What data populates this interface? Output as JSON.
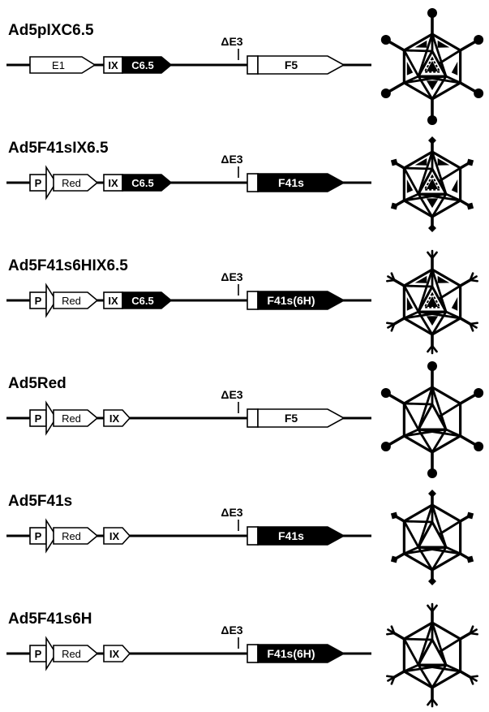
{
  "colors": {
    "ink": "#000000",
    "paper": "#ffffff"
  },
  "constructs": [
    {
      "name": "Ad5pIXC6.5",
      "promoter": "",
      "gene": "E1",
      "ix": "IX",
      "ix_fusion": "C6.5",
      "deletion": "ΔE3",
      "fiber": "F5",
      "fiber_style": "open",
      "capsid": {
        "inner_pattern": true,
        "knob": "round",
        "fiber_length": "long"
      }
    },
    {
      "name": "Ad5F41sIX6.5",
      "promoter": "P",
      "gene": "Red",
      "ix": "IX",
      "ix_fusion": "C6.5",
      "deletion": "ΔE3",
      "fiber": "F41s",
      "fiber_style": "filled",
      "capsid": {
        "inner_pattern": true,
        "knob": "flat",
        "fiber_length": "short"
      }
    },
    {
      "name": "Ad5F41s6HIX6.5",
      "promoter": "P",
      "gene": "Red",
      "ix": "IX",
      "ix_fusion": "C6.5",
      "deletion": "ΔE3",
      "fiber": "F41s(6H)",
      "fiber_style": "filled",
      "capsid": {
        "inner_pattern": true,
        "knob": "branched",
        "fiber_length": "short"
      }
    },
    {
      "name": "Ad5Red",
      "promoter": "P",
      "gene": "Red",
      "ix": "IX",
      "ix_fusion": "",
      "deletion": "ΔE3",
      "fiber": "F5",
      "fiber_style": "open",
      "capsid": {
        "inner_pattern": false,
        "knob": "round",
        "fiber_length": "long"
      }
    },
    {
      "name": "Ad5F41s",
      "promoter": "P",
      "gene": "Red",
      "ix": "IX",
      "ix_fusion": "",
      "deletion": "ΔE3",
      "fiber": "F41s",
      "fiber_style": "filled",
      "capsid": {
        "inner_pattern": false,
        "knob": "flat",
        "fiber_length": "short"
      }
    },
    {
      "name": "Ad5F41s6H",
      "promoter": "P",
      "gene": "Red",
      "ix": "IX",
      "ix_fusion": "",
      "deletion": "ΔE3",
      "fiber": "F41s(6H)",
      "fiber_style": "filled",
      "capsid": {
        "inner_pattern": false,
        "knob": "branched",
        "fiber_length": "short"
      }
    }
  ]
}
